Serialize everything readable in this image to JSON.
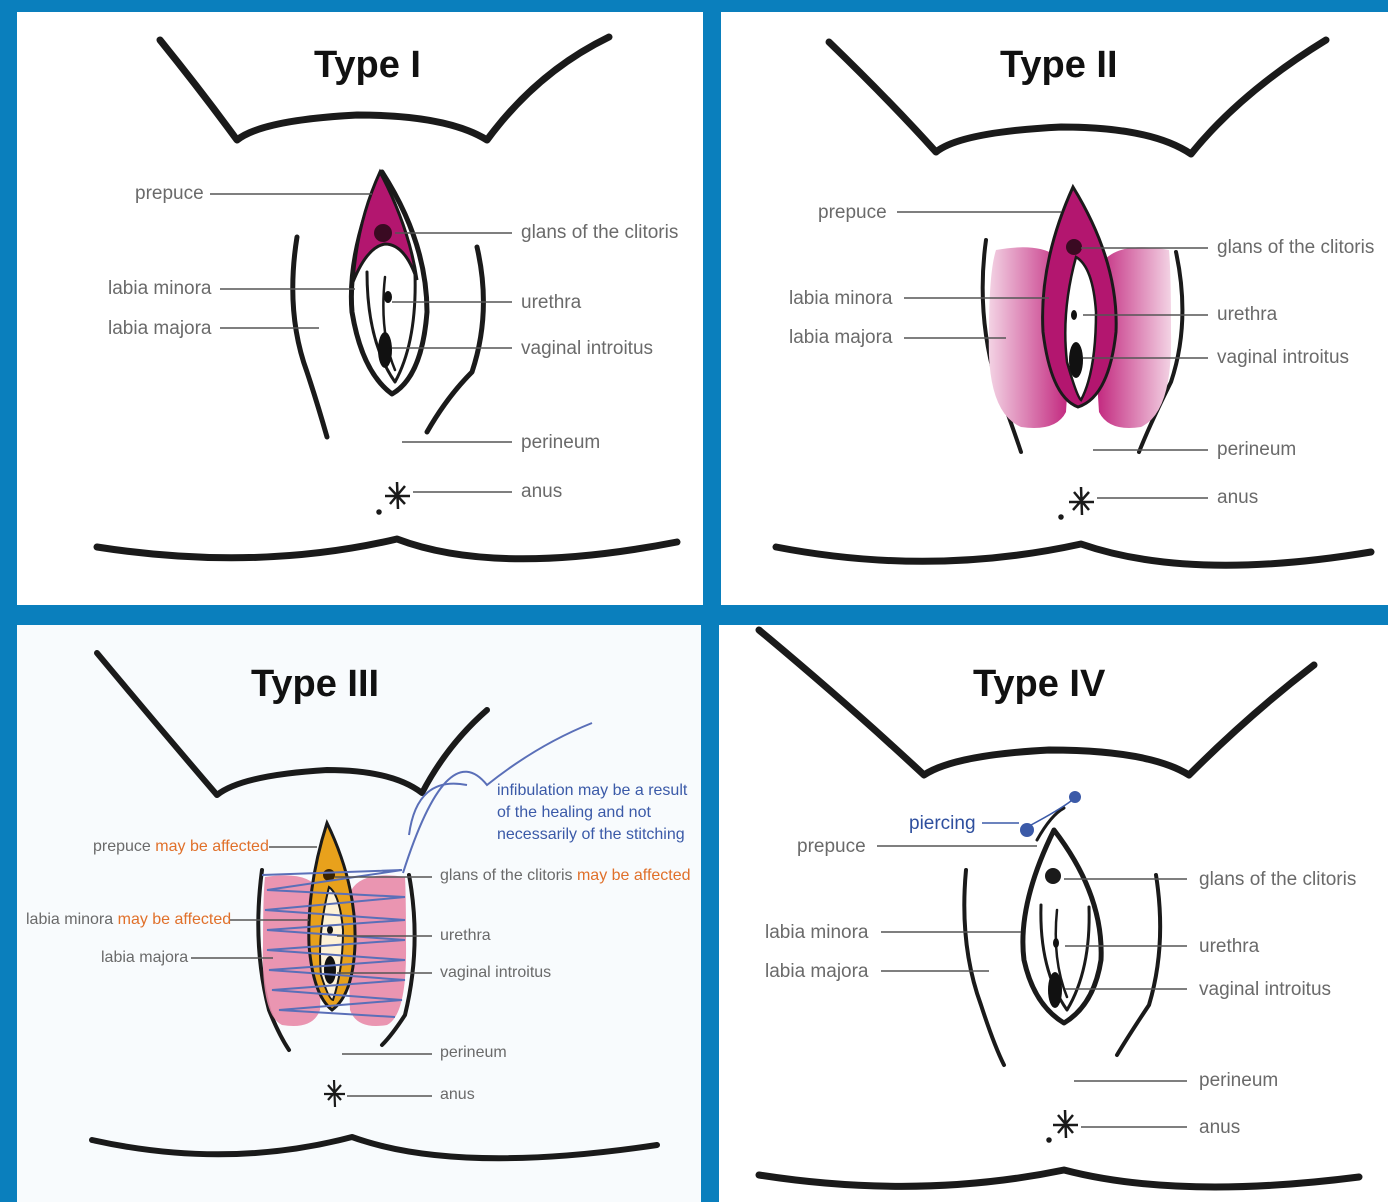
{
  "panels": [
    {
      "title": "Type I",
      "labels": {
        "prepuce": "prepuce",
        "glans": "glans of the clitoris",
        "labia_minora": "labia minora",
        "urethra": "urethra",
        "labia_majora": "labia majora",
        "vaginal_introitus": "vaginal introitus",
        "perineum": "perineum",
        "anus": "anus"
      }
    },
    {
      "title": "Type II",
      "labels": {
        "prepuce": "prepuce",
        "glans": "glans of the clitoris",
        "labia_minora": "labia minora",
        "urethra": "urethra",
        "labia_majora": "labia majora",
        "vaginal_introitus": "vaginal introitus",
        "perineum": "perineum",
        "anus": "anus"
      }
    },
    {
      "title": "Type III",
      "labels": {
        "prepuce": "prepuce",
        "glans": "glans of the clitoris",
        "labia_minora": "labia minora",
        "urethra": "urethra",
        "labia_majora": "labia majora",
        "vaginal_introitus": "vaginal introitus",
        "perineum": "perineum",
        "anus": "anus",
        "may_be_affected": "may be affected",
        "note": [
          "infibulation may be a result",
          "of the healing and not",
          "necessarily of the stitching"
        ]
      }
    },
    {
      "title": "Type IV",
      "labels": {
        "piercing": "piercing",
        "prepuce": "prepuce",
        "glans": "glans of the clitoris",
        "labia_minora": "labia minora",
        "urethra": "urethra",
        "labia_majora": "labia majora",
        "vaginal_introitus": "vaginal introitus",
        "perineum": "perineum",
        "anus": "anus"
      }
    }
  ],
  "colors": {
    "background": "#0a7fbd",
    "magenta": "#b3166f",
    "pink_fill": "#d9579b",
    "orange": "#e8a11c",
    "soft_pink": "#e88aa8",
    "stitch_blue": "#5a6fb8",
    "highlight_orange": "#e0702a"
  }
}
